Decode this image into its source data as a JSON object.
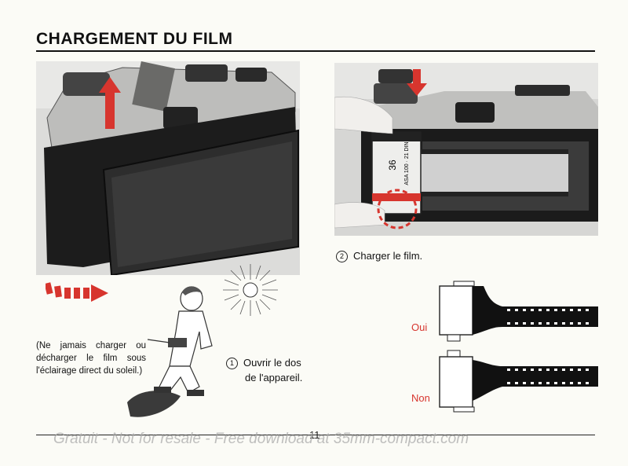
{
  "page": {
    "title": "CHARGEMENT DU FILM",
    "page_number": "11",
    "watermark": "Gratuit - Not for resale - Free download at 35mm-compact.com"
  },
  "steps": [
    {
      "number": "1",
      "text_line1": "Ouvrir le dos",
      "text_line2": "de l'appareil."
    },
    {
      "number": "2",
      "text": "Charger le film."
    }
  ],
  "warning": "(Ne jamais charger ou décharger le film sous l'éclairage direct du soleil.)",
  "diagram": {
    "correct_label": "Oui",
    "wrong_label": "Non"
  },
  "cassette_print": {
    "count": "36",
    "speed": "ASA 100 · 21 DIN"
  },
  "colors": {
    "accent_red": "#d7352e",
    "ink": "#111111",
    "paper": "#fbfbf6"
  }
}
